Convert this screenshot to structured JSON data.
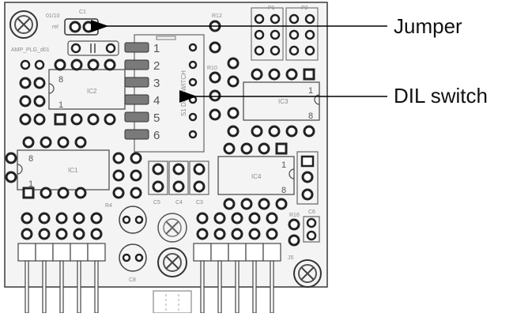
{
  "callouts": {
    "jumper": "Jumper",
    "dil_switch": "DIL switch"
  },
  "silkscreen": {
    "top_left_tag": "01/10",
    "top_left_sub": "rel",
    "c1": "C1",
    "amp": "AMP_PLG_d01",
    "r12": "R12",
    "r10": "R10",
    "p1": "P1",
    "p2": "P2",
    "switch_label": "S1 DIL SWITCH",
    "switch_numbers": [
      "1",
      "2",
      "3",
      "4",
      "5",
      "6"
    ],
    "ic1": "IC1",
    "ic2": "IC2",
    "ic3": "IC3",
    "ic4": "IC4",
    "ic2_pin8": "8",
    "ic2_pin1": "1",
    "ic1_pin8": "8",
    "ic1_pin1": "1",
    "ic3_pin1": "1",
    "ic3_pin8": "8",
    "ic4_pin1": "1",
    "ic4_pin8": "8",
    "c5": "C5",
    "c4": "C4",
    "c3": "C3",
    "c8": "C8",
    "r4": "R4",
    "r16": "R16",
    "c6": "C6",
    "j5": "J5"
  },
  "colors": {
    "board_fill": "#f4f4f4",
    "outline": "#3a3a3a",
    "silk_text": "#8a8a8a",
    "pad_ring": "#2a2a2a",
    "switch_rocker": "#7a7a7a",
    "arrow": "#000000"
  }
}
